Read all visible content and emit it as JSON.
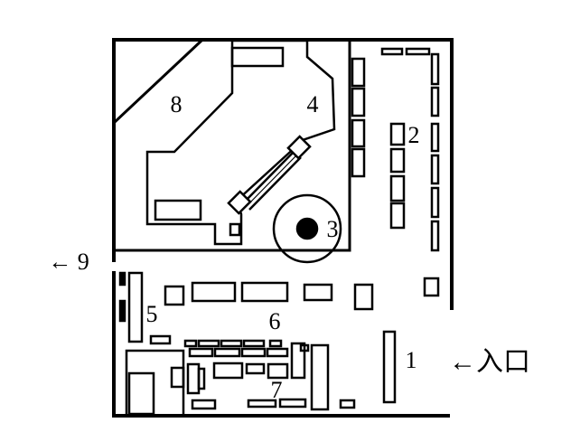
{
  "labels": {
    "area_1": "1",
    "area_2": "2",
    "area_3": "3",
    "area_4": "4",
    "area_5": "5",
    "area_6": "6",
    "area_7": "7",
    "area_8": "8",
    "exit_9": "← 9",
    "entrance": "←入口"
  }
}
